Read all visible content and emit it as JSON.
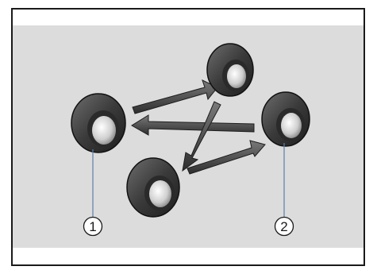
{
  "diagram": {
    "description_type": "tire-rotation",
    "callouts": [
      {
        "id": "1",
        "label": "1"
      },
      {
        "id": "2",
        "label": "2"
      }
    ],
    "colors": {
      "background_band": "#dcdcdc",
      "tire_dark": "#3c3c3c",
      "arrow": "#4a4a4a",
      "leader_line": "#5b7fa8"
    }
  }
}
